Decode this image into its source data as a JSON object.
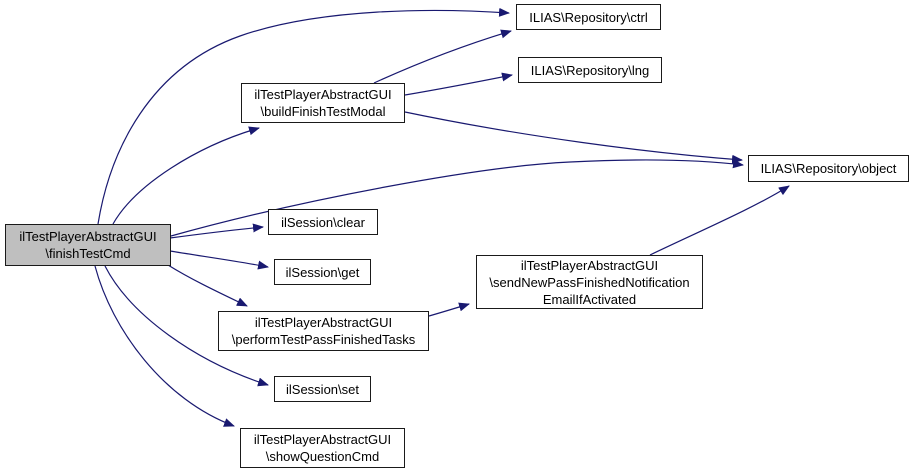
{
  "diagram": {
    "type": "call-graph",
    "colors": {
      "edge": "#191970",
      "node_border": "#1a1a1a",
      "node_fill": "#ffffff",
      "focus_fill": "#bfbfbf",
      "background": "#ffffff",
      "text": "#000000"
    },
    "nodes": [
      {
        "id": "finishTestCmd",
        "label": "ilTestPlayerAbstractGUI\n\\finishTestCmd",
        "focus": true
      },
      {
        "id": "buildFinishTestModal",
        "label": "ilTestPlayerAbstractGUI\n\\buildFinishTestModal",
        "focus": false
      },
      {
        "id": "ctrl",
        "label": "ILIAS\\Repository\\ctrl",
        "focus": false
      },
      {
        "id": "lng",
        "label": "ILIAS\\Repository\\lng",
        "focus": false
      },
      {
        "id": "object",
        "label": "ILIAS\\Repository\\object",
        "focus": false
      },
      {
        "id": "clear",
        "label": "ilSession\\clear",
        "focus": false
      },
      {
        "id": "get",
        "label": "ilSession\\get",
        "focus": false
      },
      {
        "id": "performTestPassFinishedTasks",
        "label": "ilTestPlayerAbstractGUI\n\\performTestPassFinishedTasks",
        "focus": false
      },
      {
        "id": "sendNewPassFinishedNotificationEmailIfActivated",
        "label": "ilTestPlayerAbstractGUI\n\\sendNewPassFinishedNotification\nEmailIfActivated",
        "focus": false
      },
      {
        "id": "set",
        "label": "ilSession\\set",
        "focus": false
      },
      {
        "id": "showQuestionCmd",
        "label": "ilTestPlayerAbstractGUI\n\\showQuestionCmd",
        "focus": false
      }
    ],
    "edges": [
      {
        "from": "finishTestCmd",
        "to": "ctrl"
      },
      {
        "from": "finishTestCmd",
        "to": "buildFinishTestModal"
      },
      {
        "from": "finishTestCmd",
        "to": "object"
      },
      {
        "from": "finishTestCmd",
        "to": "clear"
      },
      {
        "from": "finishTestCmd",
        "to": "get"
      },
      {
        "from": "finishTestCmd",
        "to": "performTestPassFinishedTasks"
      },
      {
        "from": "finishTestCmd",
        "to": "set"
      },
      {
        "from": "finishTestCmd",
        "to": "showQuestionCmd"
      },
      {
        "from": "buildFinishTestModal",
        "to": "ctrl"
      },
      {
        "from": "buildFinishTestModal",
        "to": "lng"
      },
      {
        "from": "buildFinishTestModal",
        "to": "object"
      },
      {
        "from": "performTestPassFinishedTasks",
        "to": "sendNewPassFinishedNotificationEmailIfActivated"
      },
      {
        "from": "sendNewPassFinishedNotificationEmailIfActivated",
        "to": "object"
      }
    ]
  }
}
